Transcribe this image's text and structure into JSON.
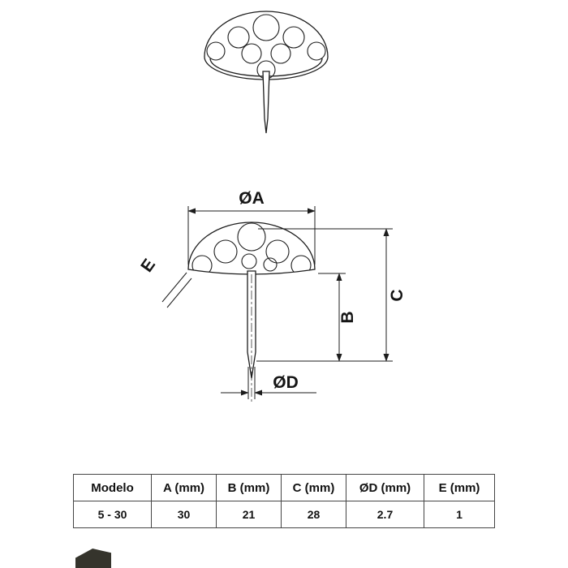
{
  "page": {
    "background": "#ffffff"
  },
  "drawing": {
    "line_color": "#1c1c1c",
    "labels": {
      "dia_a": "ØA",
      "b": "B",
      "c": "C",
      "dia_d": "ØD",
      "e": "E"
    }
  },
  "table": {
    "headers": [
      "Modelo",
      "A (mm)",
      "B (mm)",
      "C (mm)",
      "ØD (mm)",
      "E (mm)"
    ],
    "rows": [
      [
        "5 - 30",
        "30",
        "21",
        "28",
        "2.7",
        "1"
      ]
    ]
  }
}
